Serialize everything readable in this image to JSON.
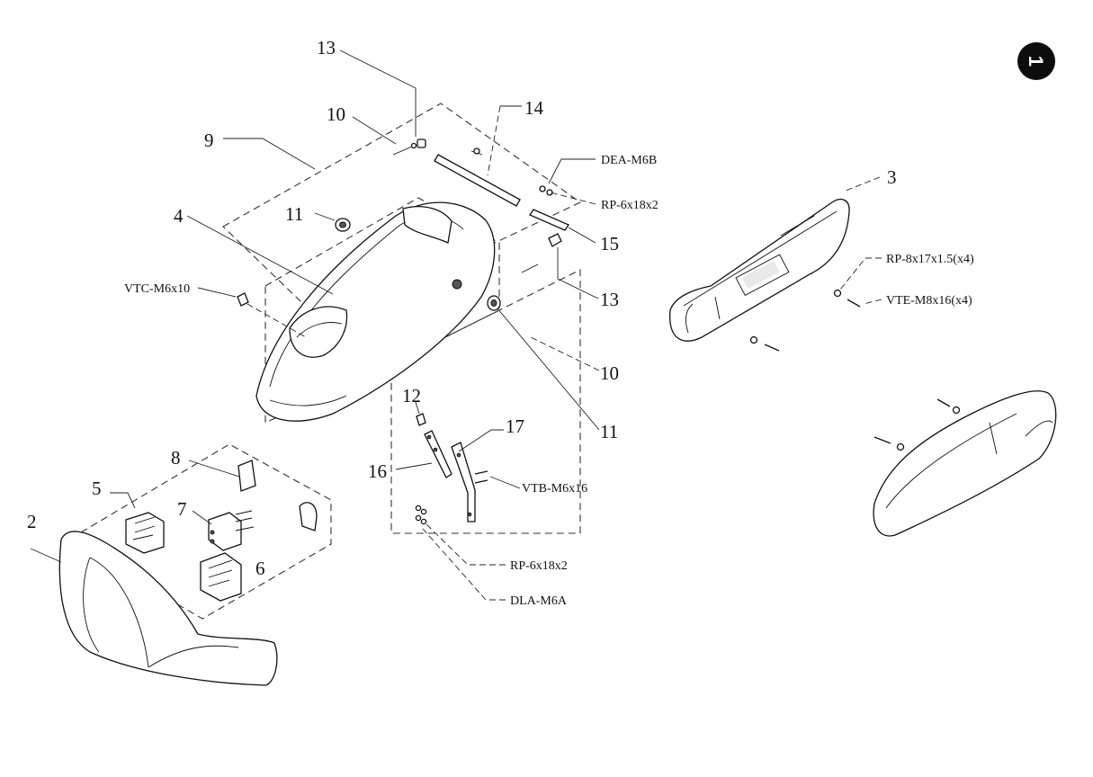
{
  "sheet": {
    "badge": "1"
  },
  "labels": {
    "n2": "2",
    "n3": "3",
    "n4": "4",
    "n5": "5",
    "n6": "6",
    "n7": "7",
    "n8": "8",
    "n9": "9",
    "n10a": "10",
    "n10b": "10",
    "n11a": "11",
    "n11b": "11",
    "n12": "12",
    "n13a": "13",
    "n13b": "13",
    "n14": "14",
    "n15": "15",
    "n16": "16",
    "n17": "17"
  },
  "codes": {
    "dea_m6b": "DEA-M6B",
    "rp_6x18x2_top": "RP-6x18x2",
    "rp_8x17": "RP-8x17x1.5(x4)",
    "vte_m8x16": "VTE-M8x16(x4)",
    "vtc_m6x10": "VTC-M6x10",
    "vtb_m6x16": "VTB-M6x16",
    "rp_6x18x2_bottom": "RP-6x18x2",
    "dla_m6a": "DLA-M6A"
  }
}
